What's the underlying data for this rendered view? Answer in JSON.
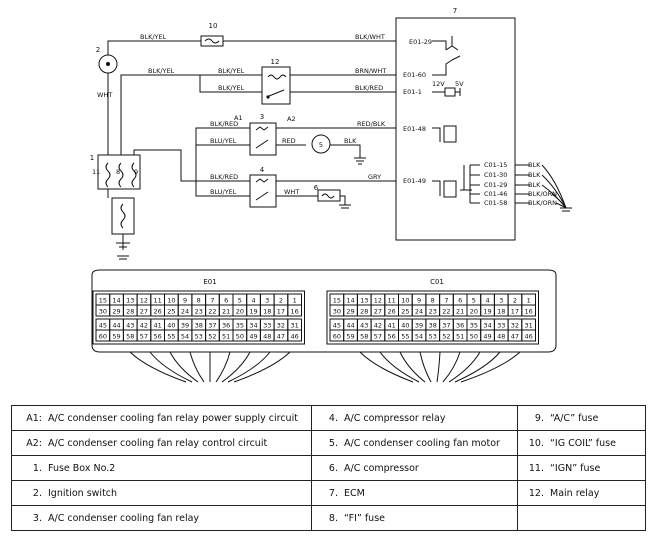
{
  "ecm": {
    "number": "7",
    "pins": [
      {
        "id": "E01-29",
        "wire": "BLK/WHT"
      },
      {
        "id": "E01-60",
        "wire": "BRN/WHT"
      },
      {
        "id": "E01-1",
        "wire": "BLK/RED"
      },
      {
        "id": "E01-48",
        "wire": "RED/BLK"
      },
      {
        "id": "E01-49",
        "wire": "GRY"
      }
    ],
    "supply": {
      "v12": "12V",
      "v5": "5V"
    },
    "ground_pins": [
      {
        "id": "C01-15",
        "wire": "BLK"
      },
      {
        "id": "C01-30",
        "wire": "BLK"
      },
      {
        "id": "C01-29",
        "wire": "BLK"
      },
      {
        "id": "C01-46",
        "wire": "BLK/ORN"
      },
      {
        "id": "C01-58",
        "wire": "BLK/ORN"
      }
    ]
  },
  "wires": {
    "blk_yel": "BLK/YEL",
    "wht": "WHT",
    "blk_red": "BLK/RED",
    "blu_yel": "BLU/YEL",
    "red": "RED",
    "blk": "BLK"
  },
  "components": {
    "fuse_ig_coil": "10",
    "ignition_switch": "2",
    "fuse_box": "1",
    "main_relay": "12",
    "cond_relay": "3",
    "comp_relay": "4",
    "compressor": "6",
    "motor": "5",
    "a1": "A1",
    "a2": "A2",
    "fuses": [
      "11",
      "8",
      "9"
    ]
  },
  "connectors": {
    "e01": {
      "title": "E01",
      "rows": [
        [
          "15",
          "14",
          "13",
          "12",
          "11",
          "10",
          "9",
          "8",
          "7",
          "6",
          "5",
          "4",
          "3",
          "2",
          "1"
        ],
        [
          "30",
          "29",
          "28",
          "27",
          "26",
          "25",
          "24",
          "23",
          "22",
          "21",
          "20",
          "19",
          "18",
          "17",
          "16"
        ],
        [
          "45",
          "44",
          "43",
          "42",
          "41",
          "40",
          "39",
          "38",
          "37",
          "36",
          "35",
          "34",
          "33",
          "32",
          "31"
        ],
        [
          "60",
          "59",
          "58",
          "57",
          "56",
          "55",
          "54",
          "53",
          "52",
          "51",
          "50",
          "49",
          "48",
          "47",
          "46"
        ]
      ]
    },
    "c01": {
      "title": "C01",
      "rows": [
        [
          "15",
          "14",
          "13",
          "12",
          "11",
          "10",
          "9",
          "8",
          "7",
          "6",
          "5",
          "4",
          "3",
          "2",
          "1"
        ],
        [
          "30",
          "29",
          "28",
          "27",
          "26",
          "25",
          "24",
          "23",
          "22",
          "21",
          "20",
          "19",
          "18",
          "17",
          "16"
        ],
        [
          "45",
          "44",
          "43",
          "42",
          "41",
          "40",
          "39",
          "38",
          "37",
          "36",
          "35",
          "34",
          "33",
          "32",
          "31"
        ],
        [
          "60",
          "59",
          "58",
          "57",
          "56",
          "55",
          "54",
          "53",
          "52",
          "51",
          "50",
          "49",
          "48",
          "47",
          "46"
        ]
      ]
    }
  },
  "legend": [
    [
      {
        "key": "A1:",
        "text": "A/C condenser cooling fan relay power supply circuit"
      },
      {
        "key": "4.",
        "text": "A/C compressor relay"
      },
      {
        "key": "9.",
        "text": "“A/C” fuse"
      }
    ],
    [
      {
        "key": "A2:",
        "text": "A/C condenser cooling fan relay control circuit"
      },
      {
        "key": "5.",
        "text": "A/C condenser cooling fan motor"
      },
      {
        "key": "10.",
        "text": "“IG COIL” fuse"
      }
    ],
    [
      {
        "key": "1.",
        "text": "Fuse Box No.2"
      },
      {
        "key": "6.",
        "text": "A/C compressor"
      },
      {
        "key": "11.",
        "text": "“IGN” fuse"
      }
    ],
    [
      {
        "key": "2.",
        "text": "Ignition switch"
      },
      {
        "key": "7.",
        "text": "ECM"
      },
      {
        "key": "12.",
        "text": "Main relay"
      }
    ],
    [
      {
        "key": "3.",
        "text": "A/C condenser cooling fan relay"
      },
      {
        "key": "8.",
        "text": "“FI” fuse"
      },
      {
        "key": "",
        "text": ""
      }
    ]
  ]
}
